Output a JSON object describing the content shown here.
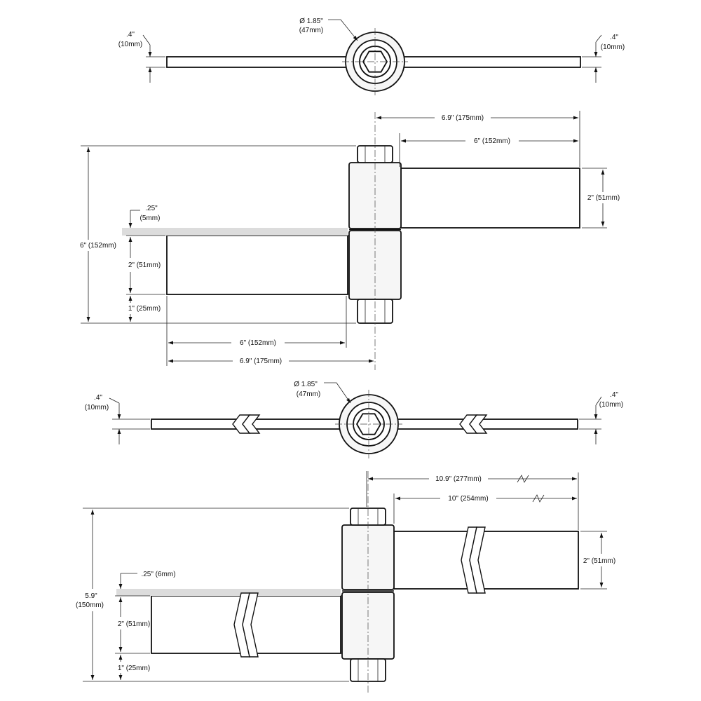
{
  "view1": {
    "diameter": "Ø 1.85\"",
    "diameter_mm": "(47mm)",
    "thick_left": ".4\"",
    "thick_left_mm": "(10mm)",
    "thick_right": ".4\"",
    "thick_right_mm": "(10mm)"
  },
  "view2": {
    "overall_right": "6.9\" (175mm)",
    "leaf_right": "6\" (152mm)",
    "leaf_height_right": "2\" (51mm)",
    "overall_height": "6\" (152mm)",
    "offset": ".25\"",
    "offset_mm": "(5mm)",
    "leaf_height_left": "2\" (51mm)",
    "bottom": "1\" (25mm)",
    "leaf_left": "6\" (152mm)",
    "overall_left": "6.9\" (175mm)"
  },
  "view3": {
    "diameter": "Ø 1.85\"",
    "diameter_mm": "(47mm)",
    "thick_left": ".4\"",
    "thick_left_mm": "(10mm)",
    "thick_right": ".4\"",
    "thick_right_mm": "(10mm)"
  },
  "view4": {
    "overall_right": "10.9\" (277mm)",
    "leaf_right": "10\" (254mm)",
    "leaf_height_right": "2\" (51mm)",
    "overall_height": "5.9\"",
    "overall_height_mm": "(150mm)",
    "offset": ".25\" (6mm)",
    "leaf_height_left": "2\" (51mm)",
    "bottom": "1\" (25mm)"
  }
}
